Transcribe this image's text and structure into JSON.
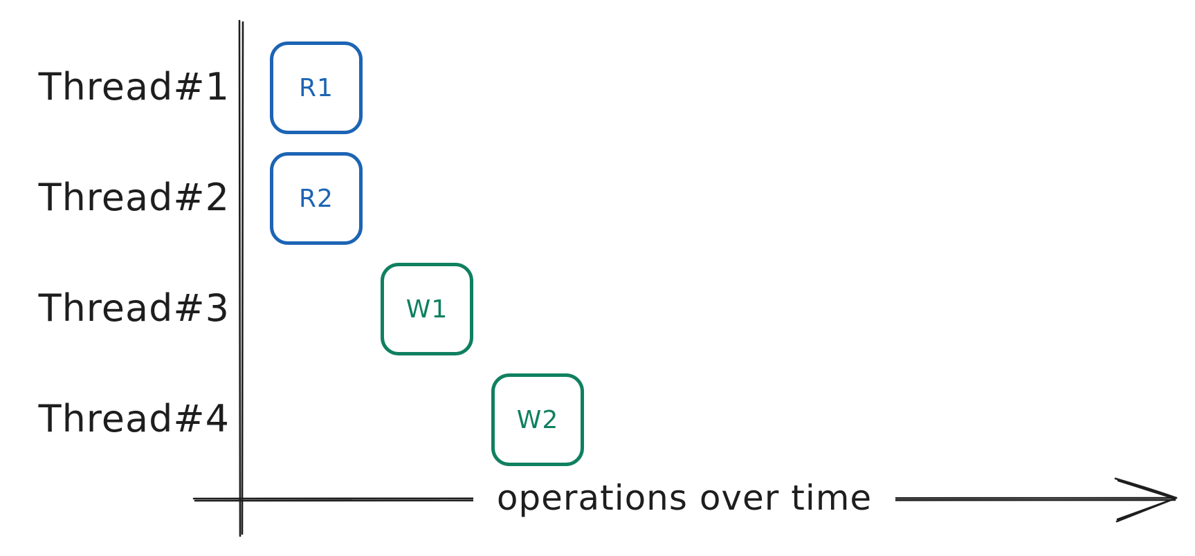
{
  "threads": [
    {
      "label": "Thread#1"
    },
    {
      "label": "Thread#2"
    },
    {
      "label": "Thread#3"
    },
    {
      "label": "Thread#4"
    }
  ],
  "operations": [
    {
      "label": "R1",
      "thread": "Thread#1",
      "kind": "read",
      "time_slot": 1
    },
    {
      "label": "R2",
      "thread": "Thread#2",
      "kind": "read",
      "time_slot": 1
    },
    {
      "label": "W1",
      "thread": "Thread#3",
      "kind": "write",
      "time_slot": 2
    },
    {
      "label": "W2",
      "thread": "Thread#4",
      "kind": "write",
      "time_slot": 3
    }
  ],
  "axis": {
    "x_label": "operations over time"
  },
  "colors": {
    "read": "#1c64b4",
    "write": "#0f8060",
    "ink": "#1e1e1e",
    "background": "#ffffff"
  }
}
